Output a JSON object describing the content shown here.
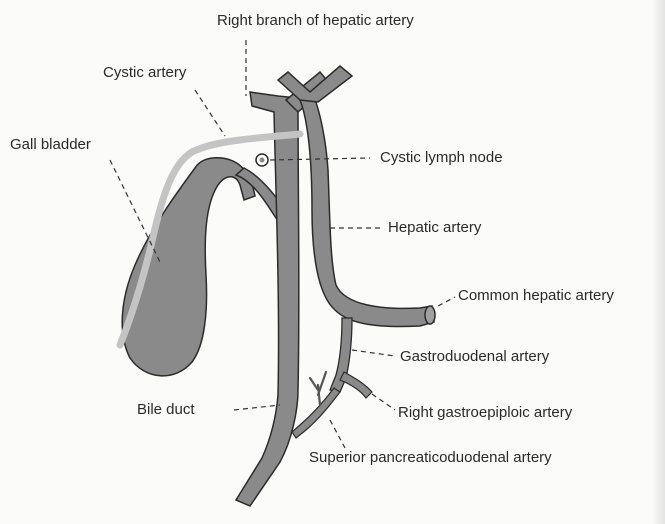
{
  "labels": {
    "right_branch_hepatic_artery": "Right branch of hepatic artery",
    "cystic_artery": "Cystic artery",
    "gall_bladder": "Gall bladder",
    "cystic_lymph_node": "Cystic lymph node",
    "hepatic_artery": "Hepatic artery",
    "common_hepatic_artery": "Common hepatic artery",
    "gastroduodenal_artery": "Gastroduodenal artery",
    "bile_duct": "Bile duct",
    "right_gastroepiploic_artery": "Right gastroepiploic artery",
    "superior_pancreaticoduodenal_artery": "Superior pancreaticoduodenal artery"
  },
  "colors": {
    "structure_fill": "#8a8a8a",
    "cystic_artery": "#c4c4c4",
    "outline": "#2b2b2b",
    "text": "#2a2a2a"
  }
}
